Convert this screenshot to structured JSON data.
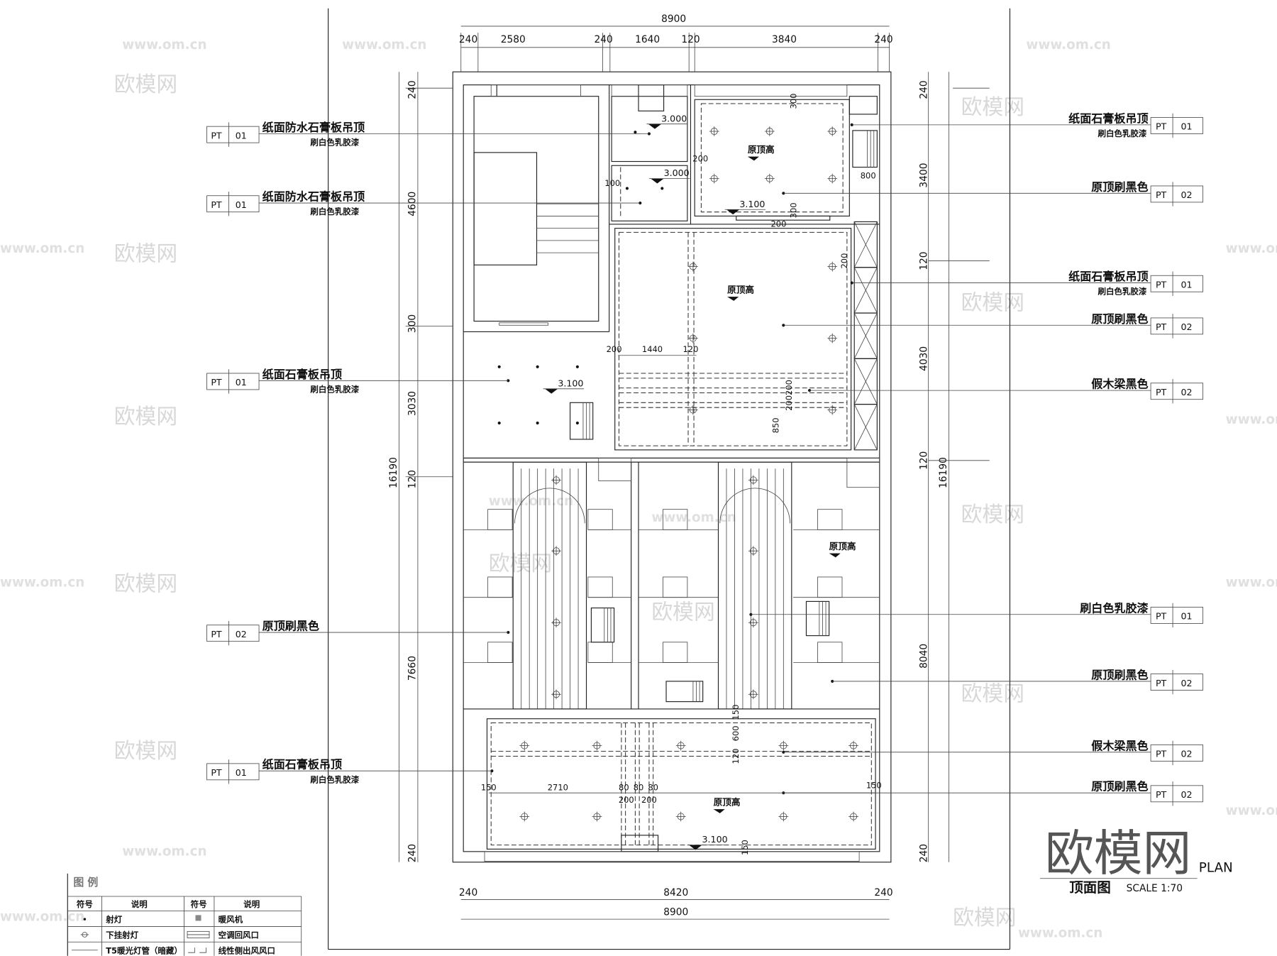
{
  "drawing": {
    "title_cn": "顶面图",
    "title_en": "PLAN",
    "scale": "SCALE  1:70",
    "logo": "欧模网",
    "watermark": {
      "brand": "欧模网",
      "url": "www.om.cn"
    }
  },
  "dimensions": {
    "top_total": "8900",
    "top_segments": [
      "240",
      "2580",
      "240",
      "1640",
      "120",
      "3840",
      "240"
    ],
    "bottom_segments": [
      "240",
      "8420",
      "240"
    ],
    "bottom_total": "8900",
    "left_segments": [
      "240",
      "4600",
      "300",
      "3030",
      "120",
      "7660",
      "240"
    ],
    "left_total": "16190",
    "right_segments": [
      "240",
      "3400",
      "120",
      "4030",
      "120",
      "8040",
      "240"
    ],
    "right_total": "16190",
    "inner": [
      "200",
      "1440",
      "120",
      "800",
      "2710",
      "150",
      "150",
      "300",
      "300",
      "200",
      "200",
      "200",
      "120",
      "600",
      "150",
      "150",
      "80",
      "80",
      "80",
      "200",
      "200",
      "850",
      "200200",
      "100"
    ]
  },
  "levels": [
    "3.000",
    "3.000",
    "3.100",
    "3.100",
    "3.100"
  ],
  "room_notes": [
    "原顶高",
    "原顶高",
    "原顶高",
    "原顶高"
  ],
  "callouts_left": [
    {
      "code": "PT",
      "num": "01",
      "text": "纸面防水石膏板吊顶",
      "sub": "刷白色乳胶漆"
    },
    {
      "code": "PT",
      "num": "01",
      "text": "纸面防水石膏板吊顶",
      "sub": "刷白色乳胶漆"
    },
    {
      "code": "PT",
      "num": "01",
      "text": "纸面石膏板吊顶",
      "sub": "刷白色乳胶漆"
    },
    {
      "code": "PT",
      "num": "02",
      "text": "原顶刷黑色",
      "sub": ""
    },
    {
      "code": "PT",
      "num": "01",
      "text": "纸面石膏板吊顶",
      "sub": "刷白色乳胶漆"
    }
  ],
  "callouts_right": [
    {
      "code": "PT",
      "num": "01",
      "text": "纸面石膏板吊顶",
      "sub": "刷白色乳胶漆"
    },
    {
      "code": "PT",
      "num": "02",
      "text": "原顶刷黑色",
      "sub": ""
    },
    {
      "code": "PT",
      "num": "01",
      "text": "纸面石膏板吊顶",
      "sub": "刷白色乳胶漆"
    },
    {
      "code": "PT",
      "num": "02",
      "text": "原顶刷黑色",
      "sub": ""
    },
    {
      "code": "PT",
      "num": "02",
      "text": "假木梁黑色",
      "sub": ""
    },
    {
      "code": "PT",
      "num": "01",
      "text": "刷白色乳胶漆",
      "sub": ""
    },
    {
      "code": "PT",
      "num": "02",
      "text": "原顶刷黑色",
      "sub": ""
    },
    {
      "code": "PT",
      "num": "02",
      "text": "假木梁黑色",
      "sub": ""
    },
    {
      "code": "PT",
      "num": "02",
      "text": "原顶刷黑色",
      "sub": ""
    }
  ],
  "legend": {
    "title": "图    例",
    "headers": [
      "符号",
      "说明",
      "符号",
      "说明"
    ],
    "rows": [
      {
        "sym1": "spotlight-dot",
        "desc1": "射灯",
        "sym2": "heater-fan-box",
        "desc2": "暖风机"
      },
      {
        "sym1": "pendant-spotlight-crosshair",
        "desc1": "下挂射灯",
        "sym2": "return-air-vent-lines",
        "desc2": "空调回风口"
      },
      {
        "sym1": "t5-tube-line",
        "desc1": "T5暖光灯管（暗藏）",
        "sym2": "linear-side-vent",
        "desc2": "线性侧出风风口"
      }
    ]
  }
}
